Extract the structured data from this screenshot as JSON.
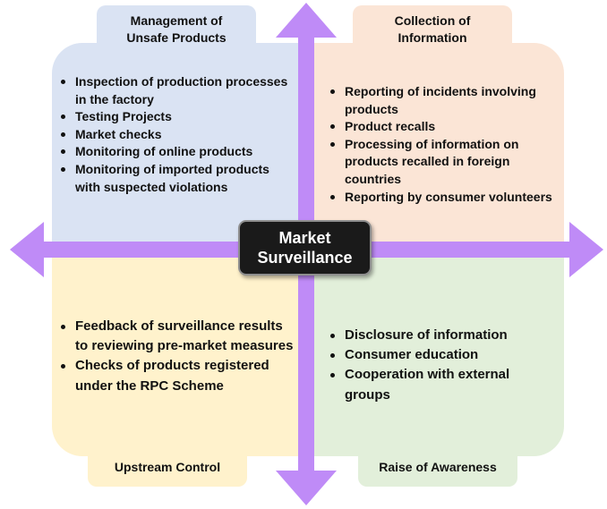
{
  "center": {
    "title": "Market\nSurveillance"
  },
  "colors": {
    "arrow": "#bf8bf7",
    "top_left": "#dae3f3",
    "top_right": "#fbe5d6",
    "bottom_left": "#fff2cc",
    "bottom_right": "#e2efda",
    "center_fill": "#1a1a1a",
    "center_text": "#ffffff"
  },
  "quadrants": {
    "top_left": {
      "title": "Management of\nUnsafe Products",
      "items": [
        "Inspection of production processes in the factory",
        "Testing Projects",
        "Market checks",
        "Monitoring of online products",
        "Monitoring of imported products with suspected violations"
      ]
    },
    "top_right": {
      "title": "Collection of\nInformation",
      "items": [
        "Reporting of incidents involving products",
        "Product recalls",
        "Processing of information on products recalled in foreign countries",
        "Reporting by consumer volunteers"
      ]
    },
    "bottom_left": {
      "title": "Upstream Control",
      "items": [
        "Feedback of surveillance results to reviewing pre-market measures",
        "Checks of products registered under the RPC Scheme"
      ]
    },
    "bottom_right": {
      "title": "Raise of Awareness",
      "items": [
        "Disclosure of information",
        "Consumer education",
        "Cooperation with external groups"
      ]
    }
  }
}
